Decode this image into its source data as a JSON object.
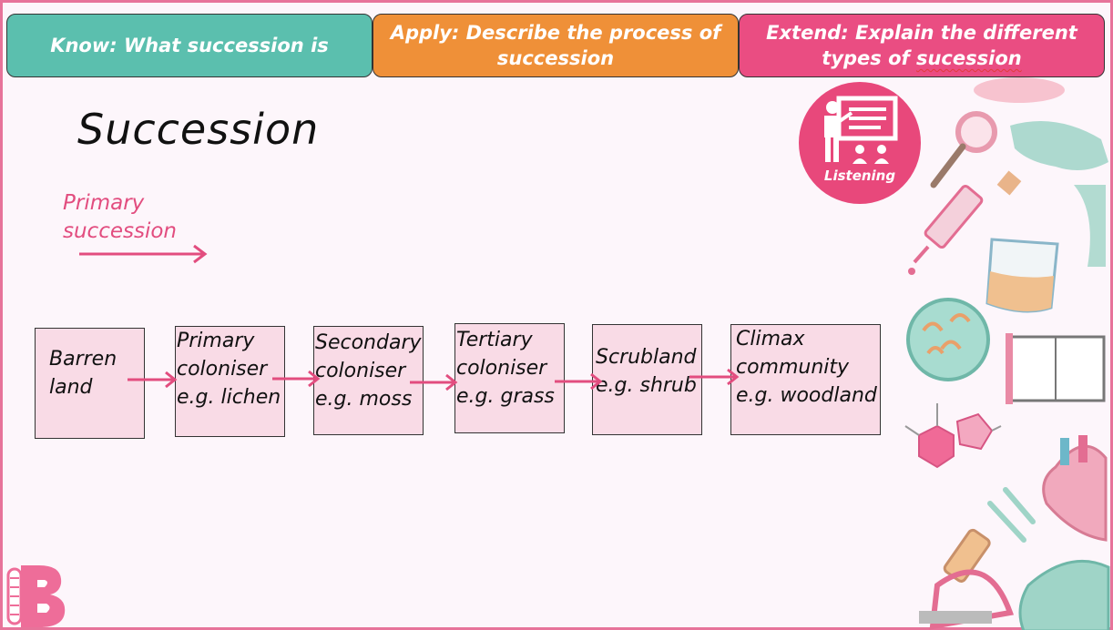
{
  "objectives": {
    "know": "Know: What succession is",
    "apply": "Apply: Describe the process of succession",
    "extend_prefix": "Extend: Explain the different types of ",
    "extend_word": "sucession"
  },
  "title": "Succession",
  "subtitle": "Primary succession",
  "badge": {
    "label": "Listening",
    "icon": "teacher-presentation-icon"
  },
  "stages": [
    {
      "line1": "Barren",
      "line2": "land",
      "line3": ""
    },
    {
      "line1": "Primary",
      "line2": "coloniser",
      "line3": "e.g. lichen"
    },
    {
      "line1": "Secondary",
      "line2": "coloniser",
      "line3": "e.g. moss"
    },
    {
      "line1": "Tertiary",
      "line2": "coloniser",
      "line3": "e.g. grass"
    },
    {
      "line1": "Scrubland",
      "line2": "e.g. shrub",
      "line3": ""
    },
    {
      "line1": "Climax",
      "line2": "community",
      "line3": "e.g. woodland"
    }
  ],
  "colors": {
    "know": "#5bbfae",
    "apply": "#ef9038",
    "extend": "#ea4d82",
    "accent": "#e24d7f",
    "box_fill": "#f9dbe6"
  },
  "logo_icon": "brand-b-logo-icon"
}
